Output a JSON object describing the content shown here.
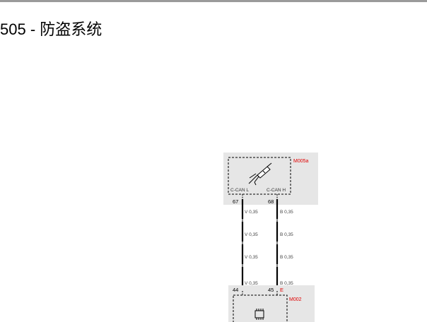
{
  "page": {
    "title": "505 - 防盗系统"
  },
  "diagram": {
    "top_connector": {
      "id": "M005a",
      "pin_left_label": "C-CAN L",
      "pin_right_label": "C-CAN H",
      "pin_left": "67",
      "pin_right": "68"
    },
    "bottom_connector": {
      "id": "M002",
      "pin_left": "44",
      "pin_right": "45",
      "pin_mark": "E"
    },
    "wires": [
      {
        "left": "V 0,35",
        "right": "B 0,35"
      },
      {
        "left": "V 0,35",
        "right": "B 0,35"
      },
      {
        "left": "V 0,35",
        "right": "B 0,35"
      },
      {
        "left": "V 0,35",
        "right": "B 0,35"
      }
    ],
    "colors": {
      "highlight": "#e00000",
      "box_fill": "#e6e6e6",
      "wire": "#000000"
    }
  }
}
